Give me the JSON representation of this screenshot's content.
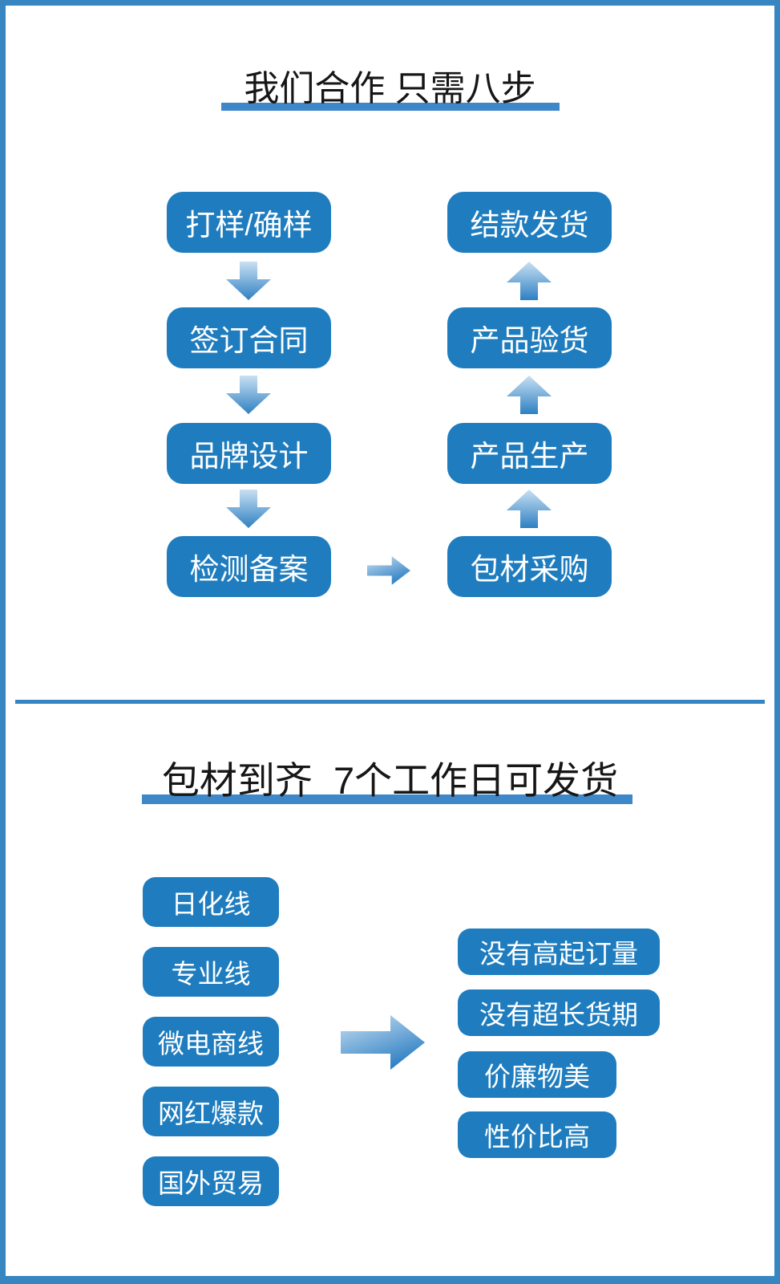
{
  "page": {
    "background": "#ffffff",
    "frame_color": "#3786c1",
    "accent_underline_color": "#3e88c9",
    "divider_color": "#3584c3",
    "box_color": "#1f7dbf",
    "box_text_color": "#ffffff",
    "title_color": "#161616",
    "arrow_gradient": [
      "#c9e0f2",
      "#2e80c3"
    ]
  },
  "section_cooperation": {
    "title": "我们合作 只需八步",
    "left_steps": [
      "打样/确样",
      "签订合同",
      "品牌设计",
      "检测备案"
    ],
    "right_steps": [
      "结款发货",
      "产品验货",
      "产品生产",
      "包材采购"
    ]
  },
  "section_delivery": {
    "title": "包材到齐  7个工作日可发货",
    "product_lines": [
      "日化线",
      "专业线",
      "微电商线",
      "网红爆款",
      "国外贸易"
    ],
    "benefits": [
      "没有高起订量",
      "没有超长货期",
      "价廉物美",
      "性价比高"
    ]
  },
  "icons": {
    "down_arrow": "arrow-down-icon",
    "up_arrow": "arrow-up-icon",
    "right_arrow": "arrow-right-icon",
    "big_right_arrow": "big-arrow-right-icon"
  }
}
